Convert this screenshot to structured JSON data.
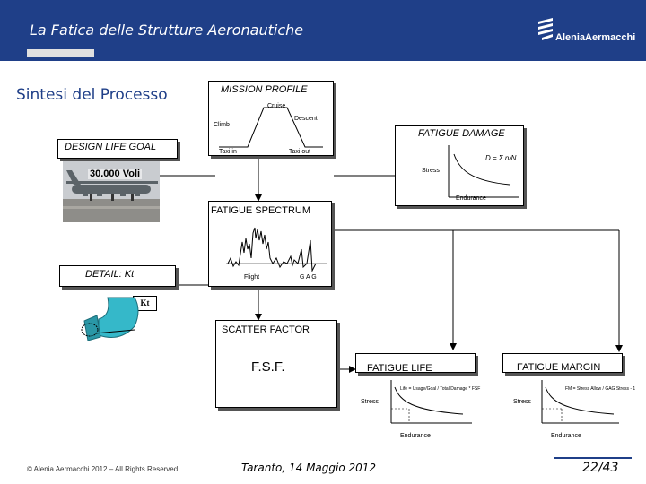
{
  "header": {
    "title": "La Fatica delle Strutture Aeronautiche",
    "logo_text": "AleniaAermacchi"
  },
  "subtitle": "Sintesi del Processo",
  "mission_profile": {
    "title": "MISSION PROFILE",
    "cruise": "Cruise",
    "climb": "Climb",
    "descent": "Descent",
    "taxi_in": "Taxi in",
    "taxi_out": "Taxi out"
  },
  "design_life_goal": {
    "title": "DESIGN LIFE GOAL",
    "value": "30.000 Voli"
  },
  "fatigue_damage": {
    "title": "FATIGUE DAMAGE",
    "stress": "Stress",
    "endurance": "Endurance",
    "formula": "D = Σ n/N"
  },
  "fatigue_spectrum": {
    "title": "FATIGUE SPECTRUM",
    "flight": "Flight",
    "gag": "G A G"
  },
  "detail_kt": {
    "title": "DETAIL: Kt",
    "kt": "Kt"
  },
  "scatter_factor": {
    "title": "SCATTER FACTOR",
    "value": "F.S.F."
  },
  "fatigue_life": {
    "title": "FATIGUE LIFE",
    "stress": "Stress",
    "endurance": "Endurance",
    "formula": "Life = Usage/Goal / Total Damage * FSF"
  },
  "fatigue_margin": {
    "title": "FATIGUE MARGIN",
    "stress": "Stress",
    "endurance": "Endurance",
    "formula": "FM = Stress Allow / GAG Stress - 1"
  },
  "footer": {
    "copyright": "© Alenia Aermacchi 2012 – All Rights Reserved",
    "location_date": "Taranto, 14 Maggio 2012",
    "page": "22/43"
  },
  "colors": {
    "header_bg": "#1f3f88",
    "accent": "#1f3f88",
    "kt_part": "#35b8c9"
  }
}
